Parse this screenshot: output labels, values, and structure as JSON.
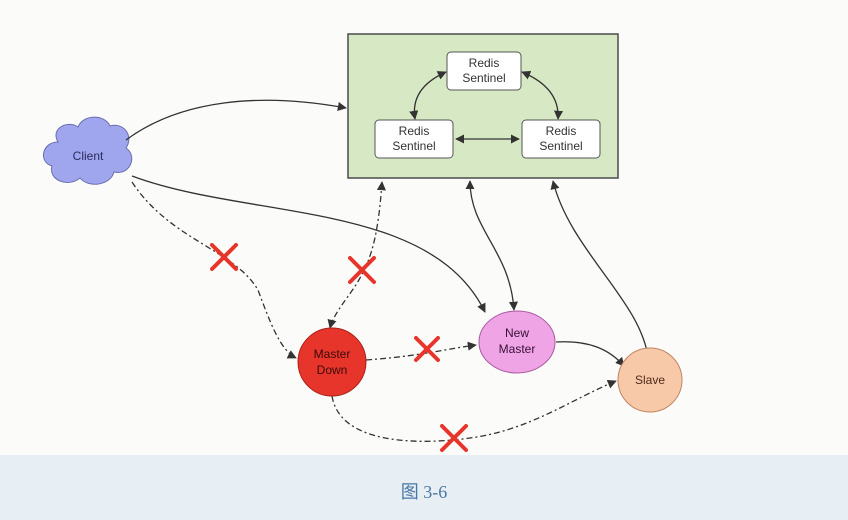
{
  "nodes": {
    "sentinel_top": {
      "line1": "Redis",
      "line2": "Sentinel"
    },
    "sentinel_left": {
      "line1": "Redis",
      "line2": "Sentinel"
    },
    "sentinel_right": {
      "line1": "Redis",
      "line2": "Sentinel"
    },
    "client": "Client",
    "master_down": {
      "line1": "Master",
      "line2": "Down"
    },
    "new_master": {
      "line1": "New",
      "line2": "Master"
    },
    "slave": "Slave"
  },
  "caption": "图 3-6",
  "colors": {
    "sentinel_group_fill": "#d7e9c4",
    "sentinel_group_border": "#4a4a4a",
    "client_fill": "#9fa6ee",
    "master_down_fill": "#e8352b",
    "new_master_fill": "#efa4e6",
    "slave_fill": "#f8c9a8",
    "failure_mark": "#e8352b"
  }
}
